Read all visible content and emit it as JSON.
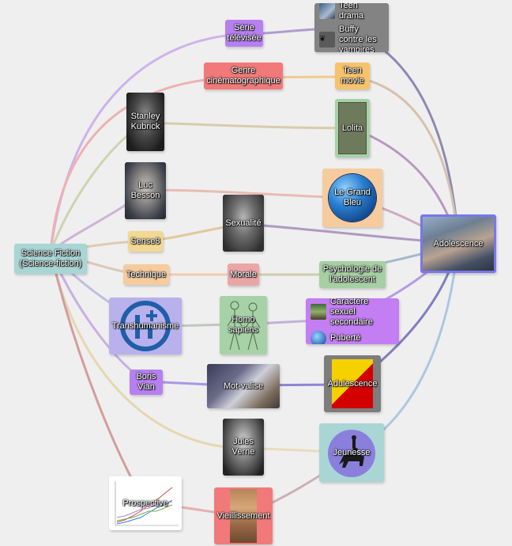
{
  "nodes": {
    "science_fiction": "Science Fiction (Science-fiction)",
    "serie_televisee": "Série télévisée",
    "genre_cinematographique": "Genre cinématographique",
    "stanley_kubrick": "Stanley Kubrick",
    "luc_besson": "Luc Besson",
    "sense8": "Sense8",
    "technique": "Technique",
    "transhumanisme": "Transhumanisme",
    "boris_vian": "Boris Vian",
    "prospective": "Prospective",
    "teen_group": {
      "teen_drama": "Teen drama",
      "buffy": "Buffy contre les vampires"
    },
    "teen_movie": "Teen movie",
    "lolita": "Lolita",
    "le_grand_bleu": "Le Grand Bleu",
    "sexualite": "Sexualité",
    "morale": "Morale",
    "psychologie": "Psychologie de l'adolescent",
    "homo_sapiens": "Homo sapiens",
    "caractere_group": {
      "caractere": "Caractère sexuel secondaire",
      "puberte": "Puberté"
    },
    "mot_valise": "Mot-valise",
    "adulescence": "Adulescence",
    "jules_verne": "Jules Verne",
    "jeunesse": "Jeunesse",
    "vieillissement": "Vieillissement",
    "adolescence": "Adolescence"
  },
  "colors": {
    "purple": "#b780f0",
    "red": "#f27979",
    "orange": "#f6c36c",
    "yellow": "#f2d891",
    "peach": "#f6cc9e",
    "pink": "#eaa6a6",
    "green": "#a6cfa3",
    "light_green": "#a7d2a7",
    "teal": "#a9d5d5",
    "lavender": "#b9b1ec",
    "grey": "#838383",
    "brown_photo": "#6e6659",
    "adolescence_border": "#7a76ea"
  }
}
